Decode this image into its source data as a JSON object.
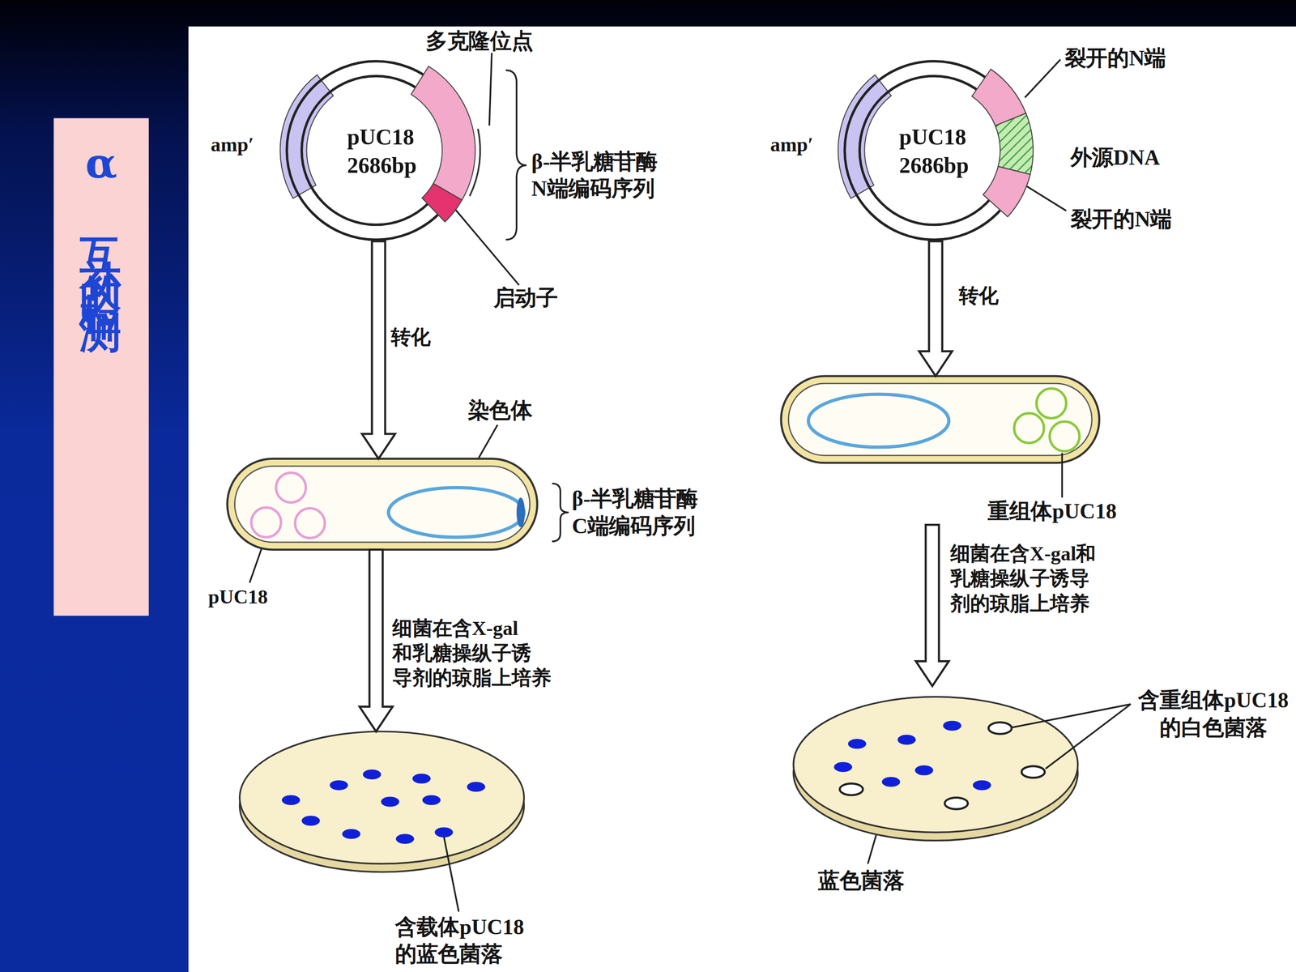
{
  "diagram": {
    "title": "α互补的检测",
    "nodes": [
      {
        "text": [
          "pUC18 2686bp"
        ]
      },
      {
        "text": [
          "β-半乳糖苷酶 C端编码序列"
        ]
      },
      {
        "text": [
          "含载体pUC18 的蓝色菌落"
        ]
      },
      {
        "text": [
          "pUC18 2686bp"
        ]
      },
      {
        "text": [
          "重组体pUC18"
        ]
      },
      {
        "text": [
          "含重组体pUC18 的白色菌落"
        ]
      }
    ],
    "edges": [
      {
        "from": 0,
        "to": 1,
        "arrow": "to",
        "label": "转化"
      },
      {
        "from": 1,
        "to": 2,
        "arrow": "to",
        "label": "细菌在含X-gal 和乳糖操纵子诱 导剂的琼脂上培养"
      },
      {
        "from": 3,
        "to": 4,
        "arrow": "to",
        "label": "转化"
      },
      {
        "from": 4,
        "to": 5,
        "arrow": "to",
        "label": "细菌在含X-gal和 乳糖操纵子诱导 剂的琼脂上培养"
      }
    ],
    "labels": [
      "多克隆位点",
      "amp′",
      "β-半乳糖苷酶 N端编码序列",
      "启动子",
      "染色体",
      "pUC18",
      "amp′",
      "裂开的N端",
      "外源DNA",
      "裂开的N端",
      "蓝色菌落"
    ]
  }
}
